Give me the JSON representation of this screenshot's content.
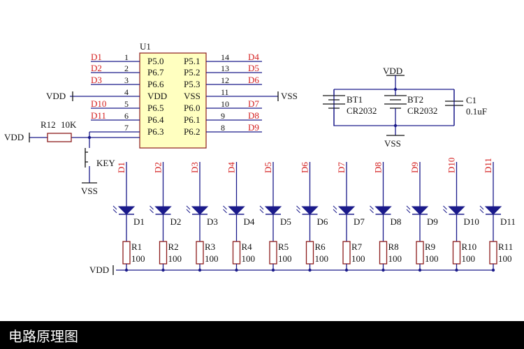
{
  "ic": {
    "ref": "U1",
    "left_pins": [
      {
        "num": "1",
        "name": "P5.0",
        "net": "D1"
      },
      {
        "num": "2",
        "name": "P6.7",
        "net": "D2"
      },
      {
        "num": "3",
        "name": "P6.6",
        "net": "D3"
      },
      {
        "num": "4",
        "name": "VDD",
        "net": "VDD"
      },
      {
        "num": "5",
        "name": "P6.5",
        "net": "D10"
      },
      {
        "num": "6",
        "name": "P6.4",
        "net": "D11"
      },
      {
        "num": "7",
        "name": "P6.3",
        "net": ""
      }
    ],
    "right_pins": [
      {
        "num": "14",
        "name": "P5.1",
        "net": "D4"
      },
      {
        "num": "13",
        "name": "P5.2",
        "net": "D5"
      },
      {
        "num": "12",
        "name": "P5.3",
        "net": "D6"
      },
      {
        "num": "11",
        "name": "VSS",
        "net": "VSS"
      },
      {
        "num": "10",
        "name": "P6.0",
        "net": "D7"
      },
      {
        "num": "9",
        "name": "P6.1",
        "net": "D8"
      },
      {
        "num": "8",
        "name": "P6.2",
        "net": "D9"
      }
    ]
  },
  "pullup": {
    "vdd": "VDD",
    "ref": "R12",
    "value": "10K"
  },
  "key": {
    "label": "KEY",
    "vss": "VSS"
  },
  "battery": {
    "vdd": "VDD",
    "vss": "VSS",
    "bt1_ref": "BT1",
    "bt1_val": "CR2032",
    "bt2_ref": "BT2",
    "bt2_val": "CR2032",
    "c_ref": "C1",
    "c_val": "0.1uF"
  },
  "led_bank": {
    "vdd": "VDD",
    "channels": [
      {
        "net": "D1",
        "led": "D1",
        "res": "R1",
        "val": "100"
      },
      {
        "net": "D2",
        "led": "D2",
        "res": "R2",
        "val": "100"
      },
      {
        "net": "D3",
        "led": "D3",
        "res": "R3",
        "val": "100"
      },
      {
        "net": "D4",
        "led": "D4",
        "res": "R4",
        "val": "100"
      },
      {
        "net": "D5",
        "led": "D5",
        "res": "R5",
        "val": "100"
      },
      {
        "net": "D6",
        "led": "D6",
        "res": "R6",
        "val": "100"
      },
      {
        "net": "D7",
        "led": "D7",
        "res": "R7",
        "val": "100"
      },
      {
        "net": "D8",
        "led": "D8",
        "res": "R8",
        "val": "100"
      },
      {
        "net": "D9",
        "led": "D9",
        "res": "R9",
        "val": "100"
      },
      {
        "net": "D10",
        "led": "D10",
        "res": "R10",
        "val": "100"
      },
      {
        "net": "D11",
        "led": "D11",
        "res": "R11",
        "val": "100"
      }
    ]
  },
  "caption": "电路原理图",
  "colors": {
    "wire": "#1a1a8a",
    "net_label": "#d42020",
    "ic_fill": "#ffffc0",
    "ic_border": "#8b1a1a"
  }
}
